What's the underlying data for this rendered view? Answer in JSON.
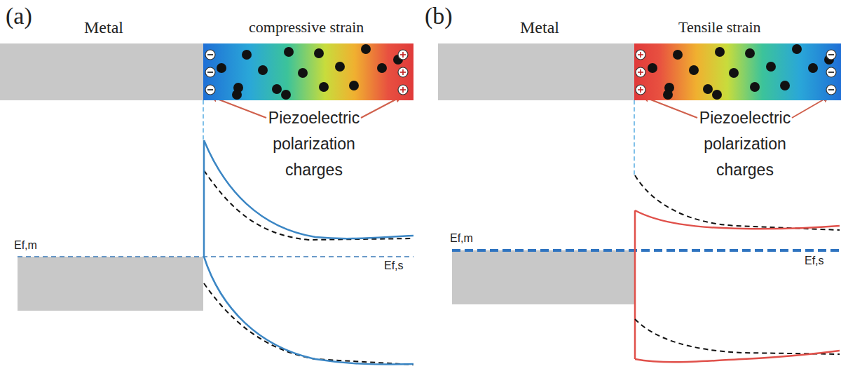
{
  "diagram": {
    "nodes": [
      {
        "text": [
          "Metal"
        ]
      },
      {
        "text": [
          "compressive strain"
        ]
      },
      {
        "text": [
          "Metal"
        ]
      },
      {
        "text": [
          "Tensile strain"
        ]
      }
    ],
    "labels": [
      "(a)",
      "Piezoelectric polarization charges",
      "Ef,m",
      "Ef,s",
      "(b)",
      "Piezoelectric polarization charges",
      "Ef,m",
      "Ef,s"
    ]
  }
}
